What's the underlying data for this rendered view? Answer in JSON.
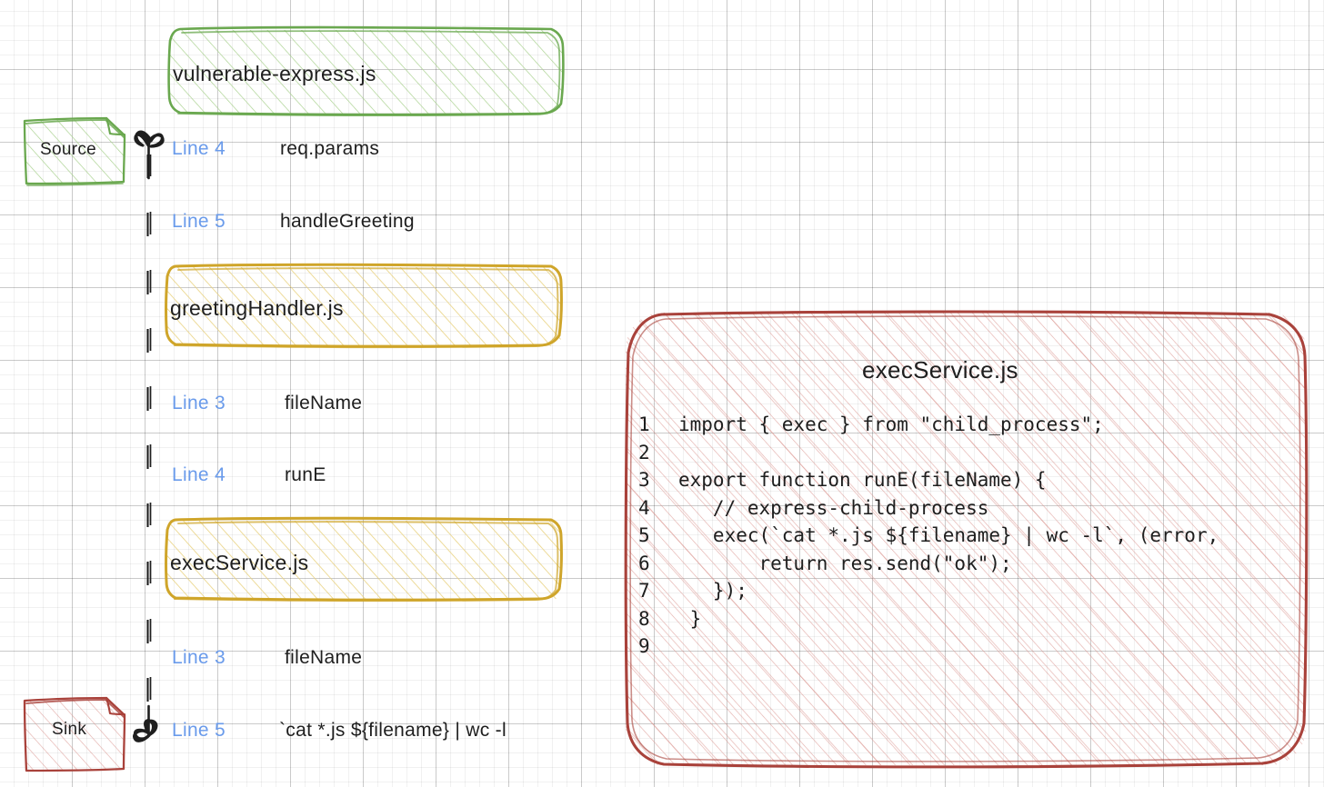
{
  "diagram": {
    "title": "taint-flow",
    "colors": {
      "green_stroke": "#6aa84f",
      "green_fill": "#a9d18e",
      "yellow_stroke": "#cfa52a",
      "yellow_fill": "#e8d07a",
      "red_stroke": "#a9423b",
      "red_fill": "#d9928c",
      "line_label": "#6a9beb",
      "text": "#1e1e1e",
      "grid": "#cfcfcf"
    }
  },
  "nodes": {
    "source": {
      "label": "Source",
      "shape": "document",
      "color": "green"
    },
    "sink": {
      "label": "Sink",
      "shape": "document",
      "color": "red"
    }
  },
  "file_boxes": [
    {
      "label": "vulnerable-express.js",
      "color": "green"
    },
    {
      "label": "greetingHandler.js",
      "color": "yellow"
    },
    {
      "label": "execService.js",
      "color": "yellow"
    }
  ],
  "steps": [
    {
      "line": "Line 4",
      "symbol": "req.params"
    },
    {
      "line": "Line 5",
      "symbol": "handleGreeting"
    },
    {
      "line": "Line 3",
      "symbol": "fileName"
    },
    {
      "line": "Line 4",
      "symbol": "runE"
    },
    {
      "line": "Line 3",
      "symbol": "fileName"
    },
    {
      "line": "Line 5",
      "symbol": "`cat *.js ${filename} | wc -l"
    }
  ],
  "code_panel": {
    "title": "execService.js",
    "gutter": "1\n2\n3\n4\n5\n6\n7\n8\n9",
    "lines": [
      {
        "no": "1",
        "text": "import { exec } from \"child_process\";"
      },
      {
        "no": "2",
        "text": ""
      },
      {
        "no": "3",
        "text": "export function runE(fileName) {"
      },
      {
        "no": "4",
        "text": "  // express-child-process"
      },
      {
        "no": "5",
        "text": "  exec(`cat *.js ${filename} | wc -l`, (error,"
      },
      {
        "no": "6",
        "text": "      return res.send(\"ok\");"
      },
      {
        "no": "7",
        "text": "  });"
      },
      {
        "no": "8",
        "text": "}"
      },
      {
        "no": "9",
        "text": ""
      }
    ],
    "body": "import { exec } from \"child_process\";\n\nexport function runE(fileName) {\n   // express-child-process\n   exec(`cat *.js ${filename} | wc -l`, (error,\n       return res.send(\"ok\");\n   });\n }"
  },
  "connector": {
    "style": "dashed",
    "start_arrow": "triangle",
    "end_arrow": "triangle"
  }
}
